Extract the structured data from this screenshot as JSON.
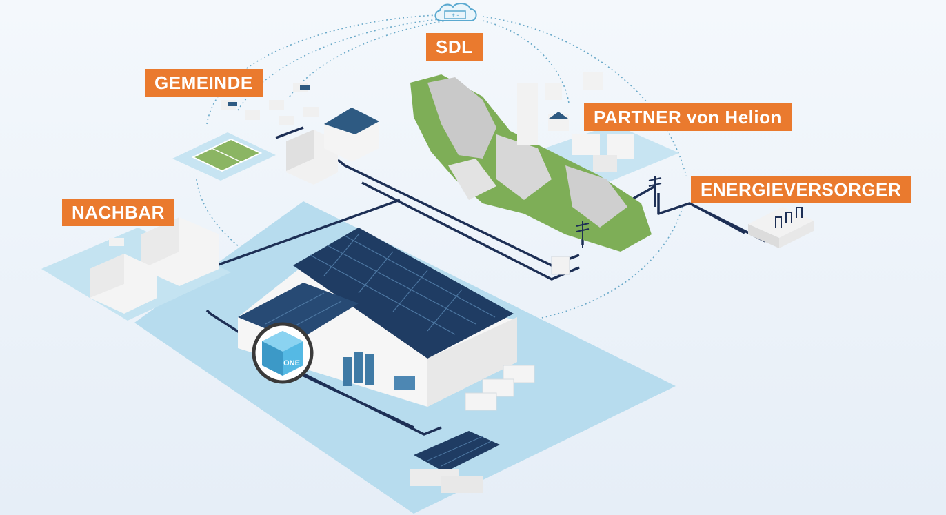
{
  "labels": {
    "sdl": "SDL",
    "gemeinde": "GEMEINDE",
    "partner": "PARTNER von Helion",
    "energieversorger": "ENERGIEVERSORGER",
    "nachbar": "NACHBAR"
  },
  "hub": {
    "logo_text": "ONE",
    "cloud_battery_symbols": "+ -"
  },
  "colors": {
    "label_bg": "#ea7a2e",
    "grid_line": "#1d2f55",
    "solar_panel": "#1f3c63",
    "mountain_green": "#7eae57",
    "plot_area": "#b7dcee",
    "hub_cube": "#55b9e4",
    "cloud_outline": "#5aa9d0"
  },
  "icons": [
    "cloud-battery-icon",
    "one-hub-icon",
    "power-pole-icon",
    "solar-roof-icon",
    "battery-icon"
  ]
}
